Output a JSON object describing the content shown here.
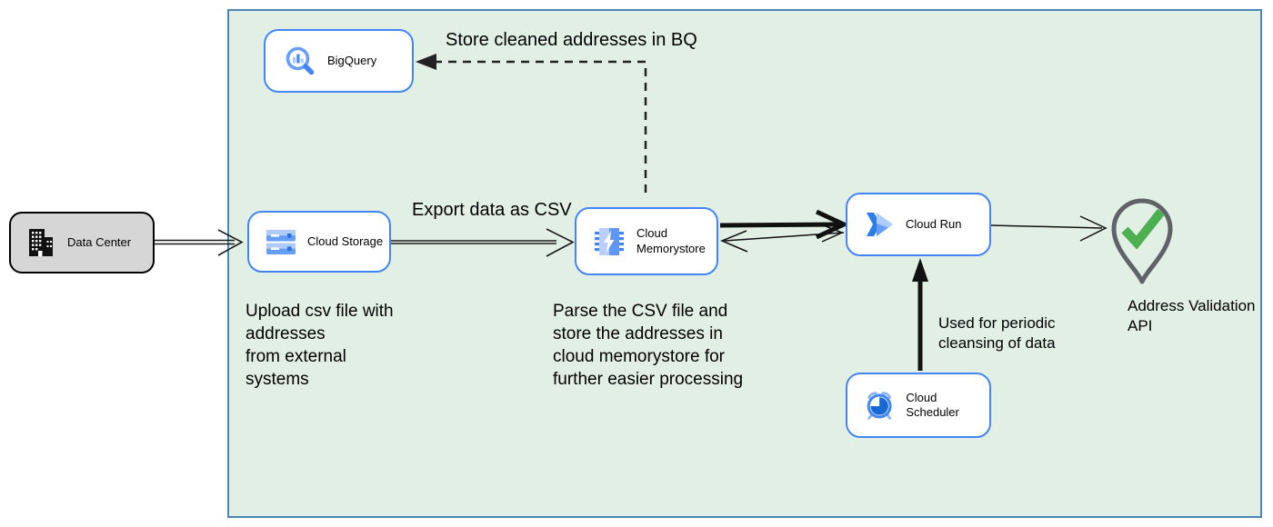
{
  "nodes": {
    "data_center": {
      "label": "Data Center"
    },
    "bigquery": {
      "label": "BigQuery"
    },
    "cloud_storage": {
      "label": "Cloud Storage"
    },
    "cloud_memorystore": {
      "label": "Cloud\nMemorystore"
    },
    "cloud_run": {
      "label": "Cloud Run"
    },
    "cloud_scheduler": {
      "label": "Cloud Scheduler"
    },
    "address_validation": {
      "label": "Address Validation\nAPI"
    }
  },
  "edge_labels": {
    "store_in_bq": "Store cleaned addresses in BQ",
    "export_csv": "Export data as CSV",
    "upload_note": "Upload csv file with\naddresses\nfrom external\nsystems",
    "parse_note": "Parse the CSV file and\nstore the addresses in\ncloud  memorystore for\nfurther easier processing",
    "scheduler_note": "Used for periodic\ncleansing of data"
  },
  "colors": {
    "boundary_fill": "#e2efe5",
    "boundary_border": "#4f86b8",
    "node_border": "#4285f4",
    "node_fill": "#ffffff",
    "external_node_fill": "#d6d6d6",
    "arrow": "#1a1a1a",
    "pin_outline": "#5f6368",
    "check_green": "#4caf50",
    "icon_blue": "#4285f4",
    "icon_light_blue": "#aecbfa",
    "icon_mid_blue": "#669df6"
  }
}
